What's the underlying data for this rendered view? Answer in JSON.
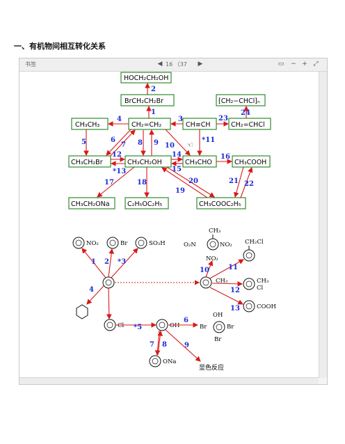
{
  "heading": "一、有机物间相互转化关系",
  "viewer": {
    "tab_label": "书签",
    "page_indicator": "16 （37"
  },
  "upper": {
    "boxes": {
      "hoch2ch2oh": "HOCH₂CH₂OH",
      "brch2ch2br": "BrCH₂CH₂Br",
      "polymer": "⁅CH₂−CHCl⁆ₙ",
      "ch3ch3": "CH₃CH₃",
      "ethylene": "CH₂=CH₂",
      "acetylene": "CH≡CH",
      "vinylchloride": "CH₂=CHCl",
      "ch3ch2br": "CH₃CH₂Br",
      "ethanol": "CH₃CH₂OH",
      "ch3cho": "CH₃CHO",
      "ch3cooh": "CH₃COOH",
      "ch3ch2ona": "CH₃CH₂ONa",
      "ether": "C₂H₅OC₂H₅",
      "ester": "CH₃COOC₂H₅"
    },
    "numbers": {
      "n1": "1",
      "n2": "2",
      "n3": "3",
      "n4": "4",
      "n5": "5",
      "n6": "6",
      "n7": "7",
      "n8": "8",
      "n9": "9",
      "n10": "10",
      "n11": "*11",
      "n12": "12",
      "n13": "*13",
      "n14": "14",
      "n15": "15",
      "n16": "16",
      "n17": "17",
      "n18": "18",
      "n19": "19",
      "n20": "20",
      "n21": "21",
      "n22": "22",
      "n23": "23",
      "n24": "24"
    }
  },
  "lower": {
    "labels": {
      "no2": "NO₂",
      "br": "Br",
      "so3h": "SO₃H",
      "tnt_ch3": "CH₃",
      "tnt_no2_left": "O₂N",
      "tnt_no2_right": "NO₂",
      "tnt_no2_bottom": "NO₂",
      "benzyl": "CH₂Cl",
      "toluene_ch3": "CH₃",
      "chlorotoluene_ch3": "CH₃",
      "chlorotoluene_cl": "Cl",
      "benzoic": "COOH",
      "chlorobenzene": "Cl",
      "phenol": "OH",
      "tribromo_oh": "OH",
      "tribromo_br_left": "Br",
      "tribromo_br_right": "Br",
      "tribromo_br_bottom": "Br",
      "sodium_phenoxide": "ONa",
      "color_reaction": "显色反应"
    },
    "numbers": {
      "m1": "1",
      "m2": "2",
      "m3": "*3",
      "m4": "4",
      "m5": "*5",
      "m6": "6",
      "m7": "7",
      "m8": "8",
      "m9": "9",
      "m10": "10",
      "m11": "11",
      "m12": "12",
      "m13": "13"
    }
  }
}
